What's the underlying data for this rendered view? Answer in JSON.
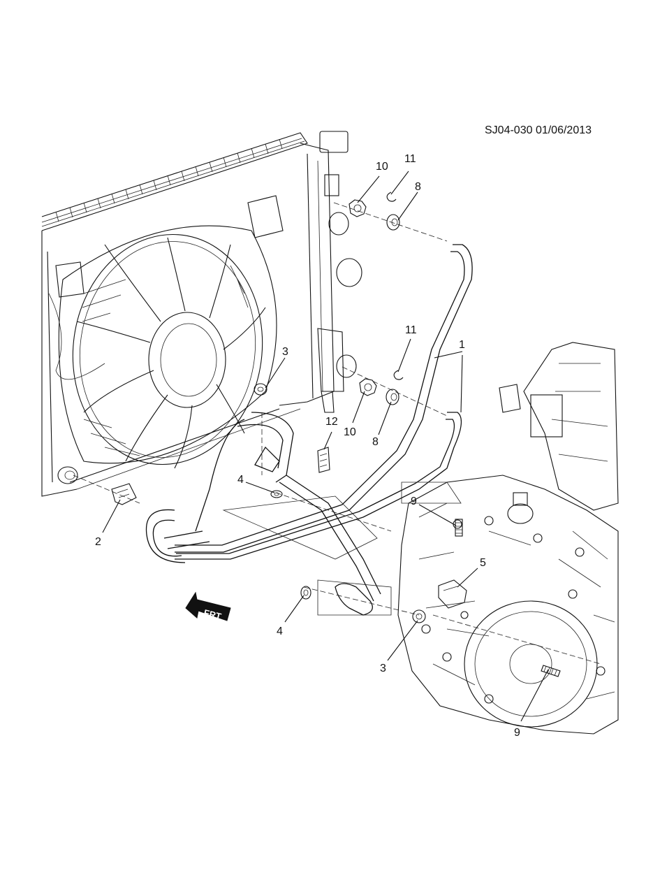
{
  "figure": {
    "reference": "SJ04-030 01/06/2013",
    "front_indicator": "FRT"
  },
  "callouts": [
    {
      "id": "c1",
      "label": "1"
    },
    {
      "id": "c2",
      "label": "2"
    },
    {
      "id": "c3a",
      "label": "3"
    },
    {
      "id": "c3b",
      "label": "3"
    },
    {
      "id": "c4a",
      "label": "4"
    },
    {
      "id": "c4b",
      "label": "4"
    },
    {
      "id": "c5",
      "label": "5"
    },
    {
      "id": "c8a",
      "label": "8"
    },
    {
      "id": "c8b",
      "label": "8"
    },
    {
      "id": "c9a",
      "label": "9"
    },
    {
      "id": "c9b",
      "label": "9"
    },
    {
      "id": "c10a",
      "label": "10"
    },
    {
      "id": "c10b",
      "label": "10"
    },
    {
      "id": "c11a",
      "label": "11"
    },
    {
      "id": "c11b",
      "label": "11"
    },
    {
      "id": "c12",
      "label": "12"
    }
  ]
}
